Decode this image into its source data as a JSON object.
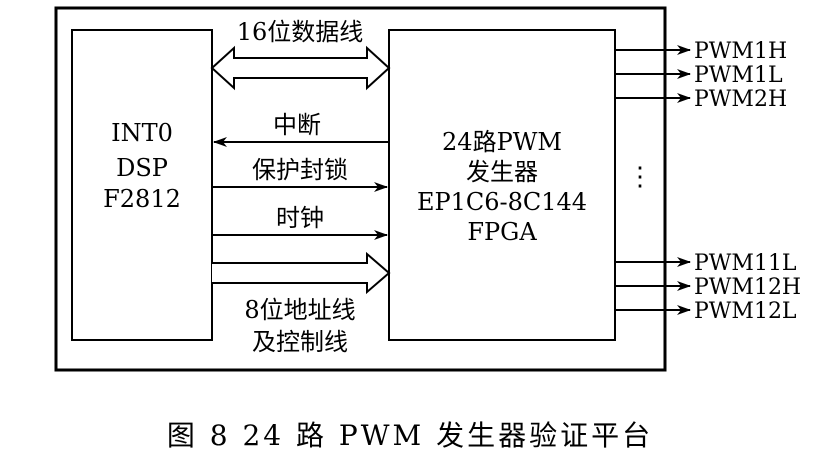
{
  "dsp": {
    "int_label": "INT0",
    "name": "DSP",
    "model": "F2812"
  },
  "fpga": {
    "line1": "24路PWM",
    "line2": "发生器",
    "line3": "EP1C6-8C144",
    "line4": "FPGA",
    "ellipsis": "⋮"
  },
  "signals": {
    "data_bus": "16位数据线",
    "interrupt": "中断",
    "protect_lock": "保护封锁",
    "clock": "时钟",
    "addr_ctrl_line1": "8位地址线",
    "addr_ctrl_line2": "及控制线"
  },
  "outputs": {
    "top": [
      "PWM1H",
      "PWM1L",
      "PWM2H"
    ],
    "bottom": [
      "PWM11L",
      "PWM12H",
      "PWM12L"
    ]
  },
  "caption": "图 8  24 路 PWM 发生器验证平台",
  "colors": {
    "stroke": "#000000",
    "background": "#ffffff"
  }
}
